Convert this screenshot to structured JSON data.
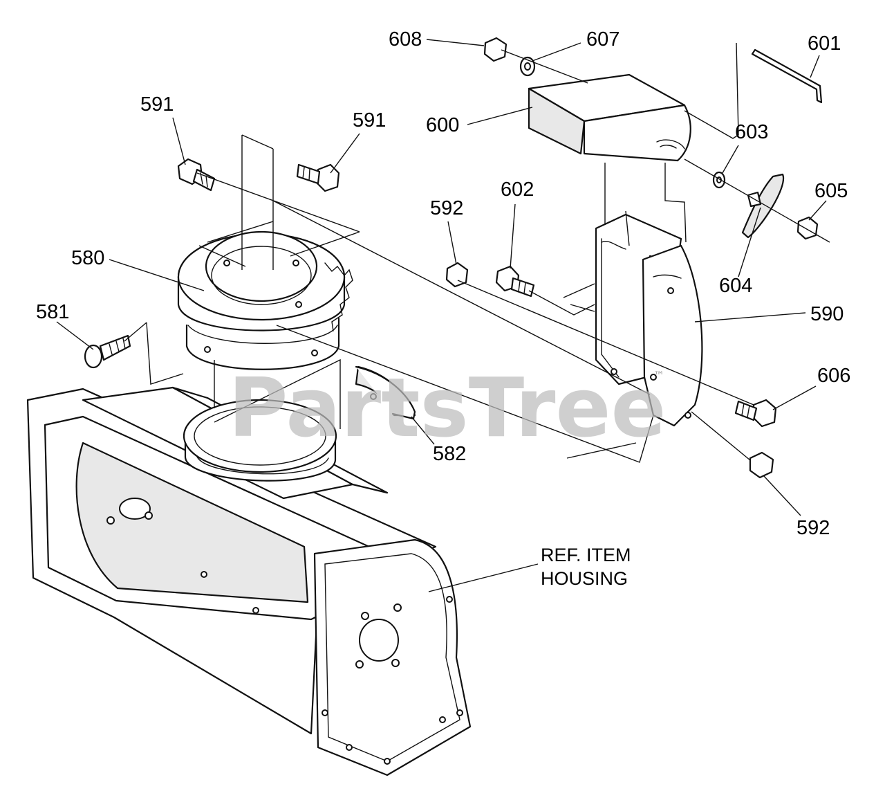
{
  "diagram": {
    "callouts": [
      {
        "id": "608",
        "text": "608"
      },
      {
        "id": "607",
        "text": "607"
      },
      {
        "id": "601",
        "text": "601"
      },
      {
        "id": "600",
        "text": "600"
      },
      {
        "id": "603",
        "text": "603"
      },
      {
        "id": "591a",
        "text": "591"
      },
      {
        "id": "591b",
        "text": "591"
      },
      {
        "id": "605",
        "text": "605"
      },
      {
        "id": "602",
        "text": "602"
      },
      {
        "id": "592a",
        "text": "592"
      },
      {
        "id": "580",
        "text": "580"
      },
      {
        "id": "604",
        "text": "604"
      },
      {
        "id": "590",
        "text": "590"
      },
      {
        "id": "581",
        "text": "581"
      },
      {
        "id": "606",
        "text": "606"
      },
      {
        "id": "582",
        "text": "582"
      },
      {
        "id": "592b",
        "text": "592"
      }
    ],
    "reference": {
      "line1": "REF. ITEM",
      "line2": "HOUSING"
    },
    "watermark": {
      "text": "PartsTree",
      "mark": "™"
    }
  }
}
